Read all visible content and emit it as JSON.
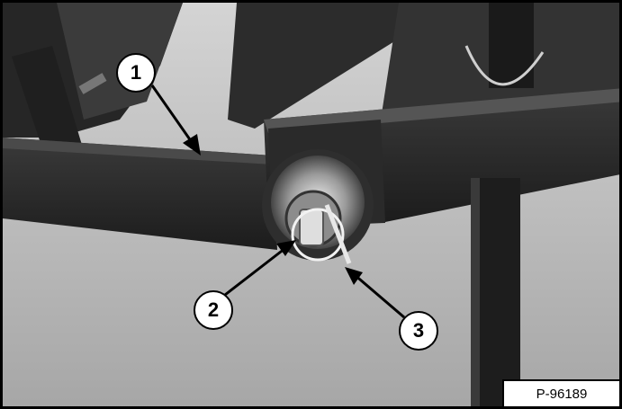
{
  "figure": {
    "callouts": [
      {
        "label": "1"
      },
      {
        "label": "2"
      },
      {
        "label": "3"
      }
    ],
    "photo_id": "P-96189"
  }
}
